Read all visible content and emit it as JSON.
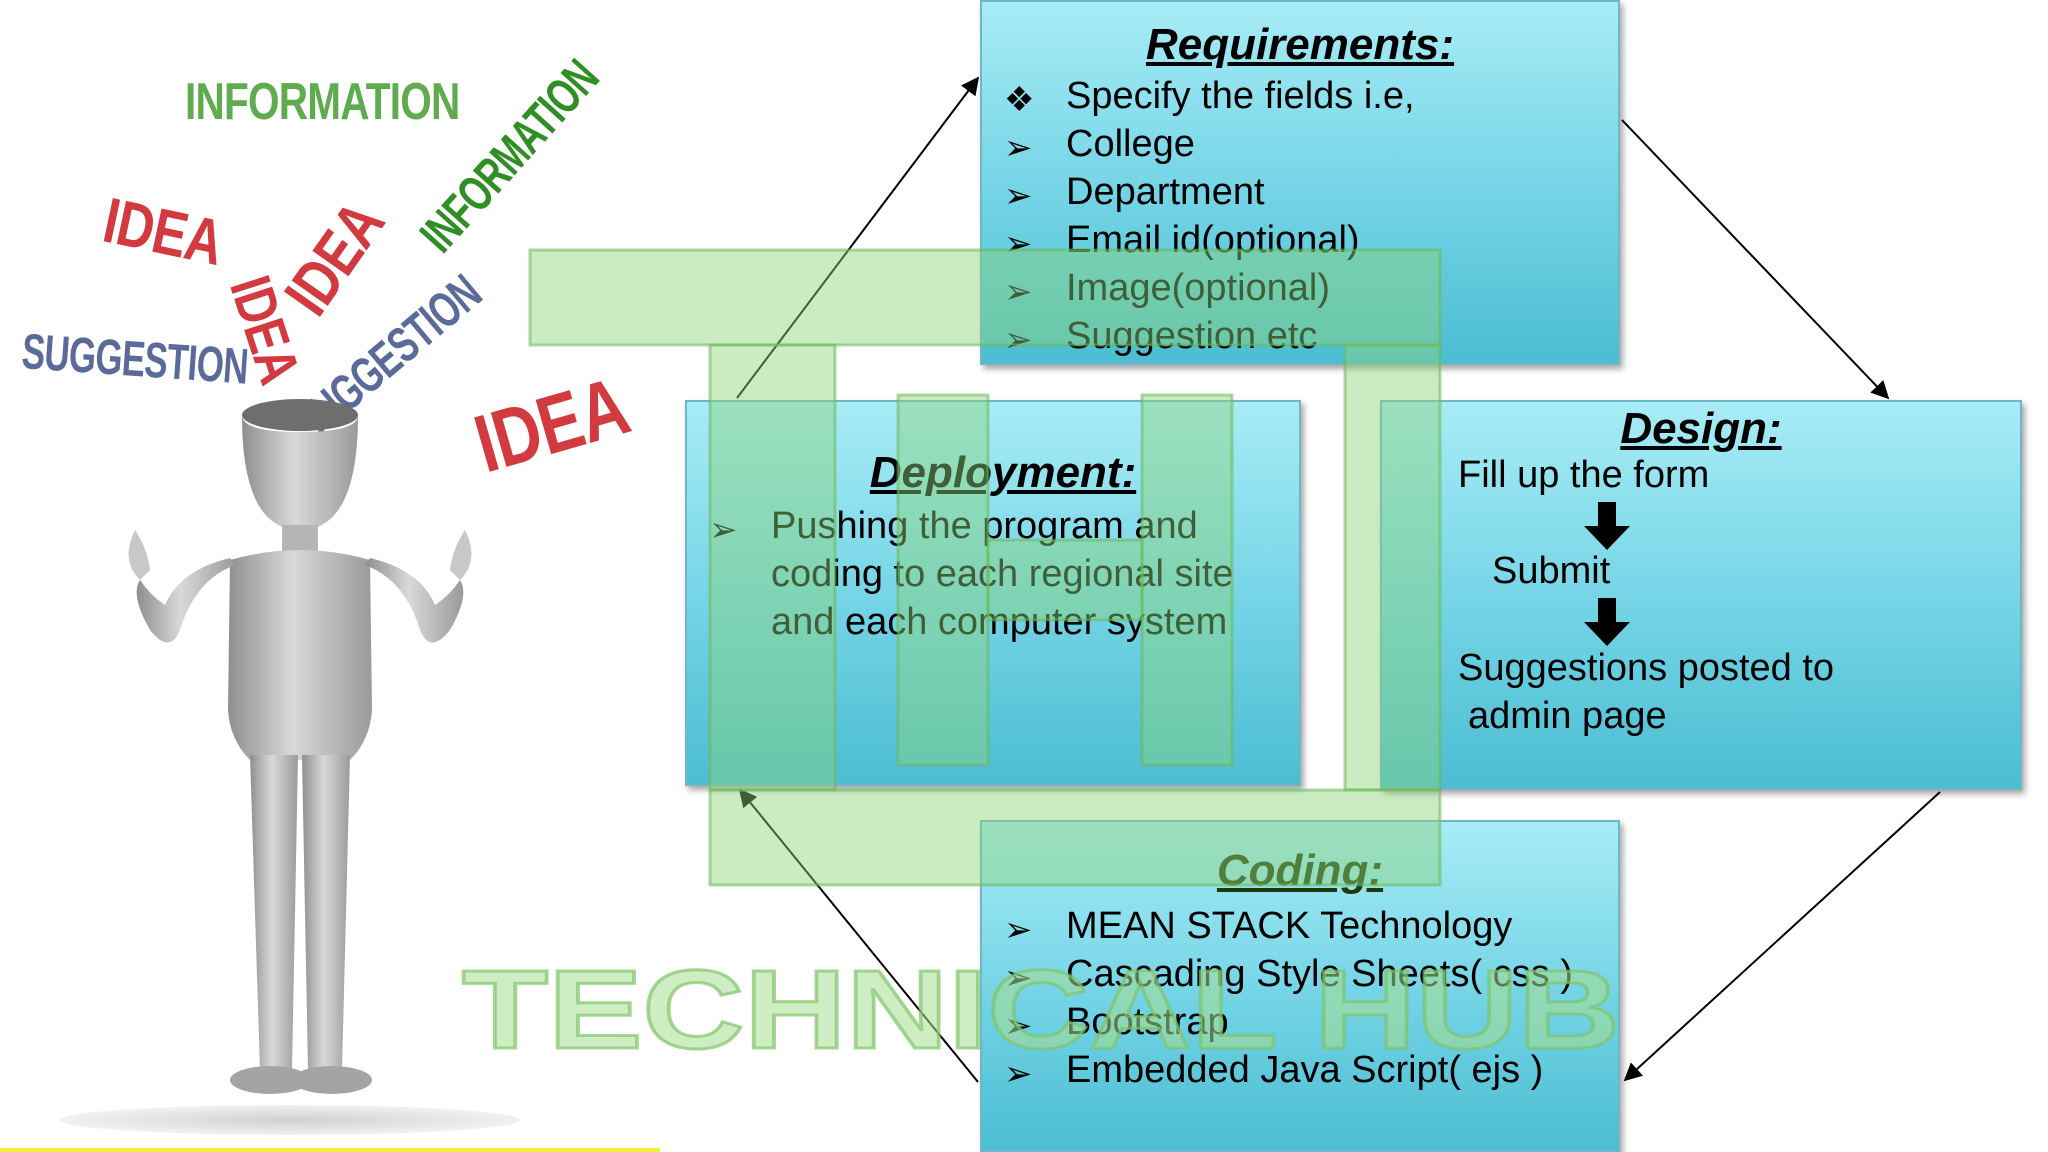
{
  "illustration": {
    "words": [
      "INFORMATION",
      "IDEA",
      "IDEA",
      "IDEA",
      "INFORMATION",
      "SUGGESTION",
      "SUGGESTION",
      "IDEA"
    ]
  },
  "requirements": {
    "title": "Requirements:",
    "items": [
      {
        "bullet": "❖",
        "text": "Specify the fields i.e,"
      },
      {
        "bullet": "➢",
        "text": "College"
      },
      {
        "bullet": "➢",
        "text": "Department"
      },
      {
        "bullet": "➢",
        "text": "Email id(optional)"
      },
      {
        "bullet": "➢",
        "text": "Image(optional)"
      },
      {
        "bullet": "➢",
        "text": "Suggestion etc"
      }
    ]
  },
  "deployment": {
    "title": "Deployment:",
    "bullet": "➢",
    "lines": [
      "Pushing the program and",
      "coding to each regional site",
      "and each computer system"
    ]
  },
  "design": {
    "title": "Design:",
    "step1": "Fill up the form",
    "step2": "Submit",
    "step3_line1": "Suggestions posted to",
    "step3_line2": "admin page"
  },
  "coding": {
    "title": "Coding:",
    "items": [
      {
        "bullet": "➢",
        "text": "MEAN STACK Technology"
      },
      {
        "bullet": "➢",
        "text": "Cascading Style Sheets( css )"
      },
      {
        "bullet": "➢",
        "text": "Bootstrap"
      },
      {
        "bullet": "➢",
        "text": "Embedded Java Script( ejs )"
      }
    ]
  },
  "watermark": {
    "text": "TECHNICAL HUB"
  },
  "colors": {
    "box": "#72d3e5",
    "watermark": "#8cd27a",
    "idea": "#d33a40",
    "info": "#4ea23c",
    "suggestion": "#5a6a9a"
  }
}
